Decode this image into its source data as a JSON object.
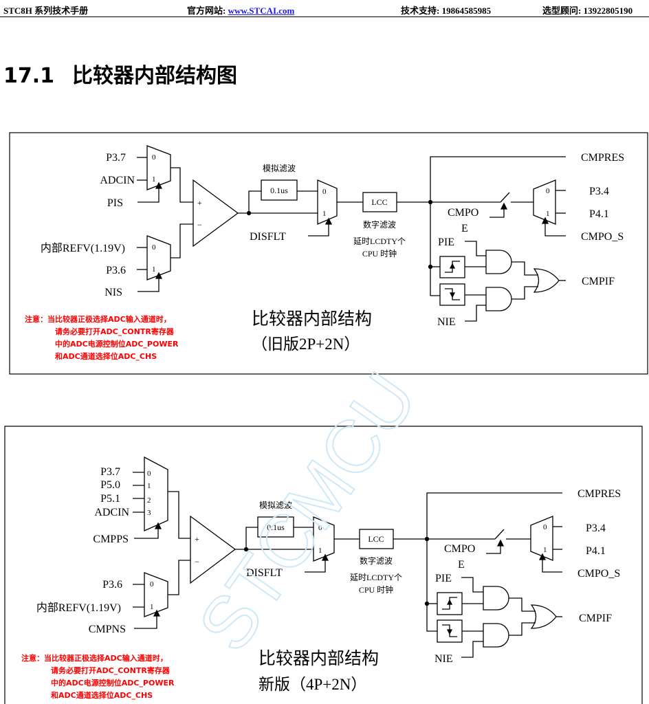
{
  "header": {
    "manual": "STC8H 系列技术手册",
    "website_label": "官方网站: ",
    "website_link": "www.STCAI.com",
    "support": "技术支持: 19864585985",
    "advisor": "选型顾问: 13922805190"
  },
  "section": {
    "number": "17.1",
    "title": "比较器内部结构图"
  },
  "diagram_old": {
    "inputs": {
      "p37": "P3.7",
      "adcin": "ADCIN",
      "pis": "PIS",
      "refv": "内部REFV(1.19V)",
      "p36": "P3.6",
      "nis": "NIS"
    },
    "mux_0": "0",
    "mux_1": "1",
    "plus": "+",
    "minus": "−",
    "analog_filter": "模拟滤波",
    "filter_value": "0.1us",
    "disflt": "DISFLT",
    "lcc": "LCC",
    "digital_filter": "数字滤波",
    "delay_line1": "延时LCDTY个",
    "delay_line2": "CPU 时钟",
    "cmpres": "CMPRES",
    "cmpoe_line1": "CMPO",
    "cmpoe_line2": "E",
    "p34": "P3.4",
    "p41": "P4.1",
    "cmpo_s": "CMPO_S",
    "pie": "PIE",
    "nie": "NIE",
    "cmpif": "CMPIF",
    "note_line1": "注意：当比较器正极选择ADC输入通道时，",
    "note_line2": "请务必要打开ADC_CONTR寄存器",
    "note_line3": "中的ADC电源控制位ADC_POWER",
    "note_line4": "和ADC通道选择位ADC_CHS",
    "caption_line1": "比较器内部结构",
    "caption_line2": "（旧版2P+2N）"
  },
  "diagram_new": {
    "inputs": {
      "p37": "P3.7",
      "p50": "P5.0",
      "p51": "P5.1",
      "adcin": "ADCIN",
      "cmpps": "CMPPS",
      "p36": "P3.6",
      "refv": "内部REFV(1.19V)",
      "cmpns": "CMPNS"
    },
    "mux_0": "0",
    "mux_1": "1",
    "mux_2": "2",
    "mux_3": "3",
    "plus": "+",
    "minus": "−",
    "analog_filter": "模拟滤波",
    "filter_value": "0.1us",
    "disflt": "DISFLT",
    "lcc": "LCC",
    "digital_filter": "数字滤波",
    "delay_line1": "延时LCDTY个",
    "delay_line2": "CPU 时钟",
    "cmpres": "CMPRES",
    "cmpoe_line1": "CMPO",
    "cmpoe_line2": "E",
    "p34": "P3.4",
    "p41": "P4.1",
    "cmpo_s": "CMPO_S",
    "pie": "PIE",
    "nie": "NIE",
    "cmpif": "CMPIF",
    "note_line1": "注意：当比较器正极选择ADC输入通道时，",
    "note_line2": "请务必要打开ADC_CONTR寄存器",
    "note_line3": "中的ADC电源控制位ADC_POWER",
    "note_line4": "和ADC通道选择位ADC_CHS",
    "caption_line1": "比较器内部结构",
    "caption_line2": "新版（4P+2N）"
  },
  "watermark": "STCMCU",
  "colors": {
    "note": "#ff0000",
    "link": "#1a1aee",
    "watermark": "#cfe8f6"
  }
}
